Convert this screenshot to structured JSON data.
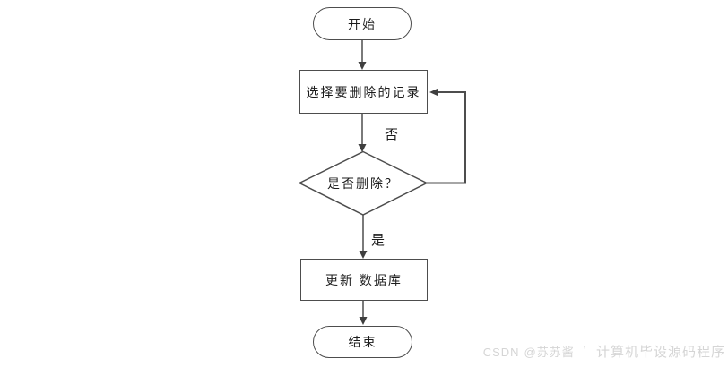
{
  "flowchart": {
    "title": "delete-record-flowchart",
    "nodes": [
      {
        "id": "start",
        "type": "terminator",
        "label": "开始"
      },
      {
        "id": "select-record",
        "type": "process",
        "label": "选择要删除的记录"
      },
      {
        "id": "confirm-delete",
        "type": "decision",
        "label": "是否删除？"
      },
      {
        "id": "update-database",
        "type": "process",
        "label": "更新 数据库"
      },
      {
        "id": "end",
        "type": "terminator",
        "label": "结束"
      }
    ],
    "edge_labels": {
      "no": "否",
      "yes": "是"
    },
    "colors": {
      "line": "#4d4d4d",
      "arrowhead": "#3f3f3f",
      "node_fill": "#ffffff",
      "text": "#1c1c1c"
    }
  },
  "watermark": {
    "brand": "CSDN",
    "user": "@苏苏酱",
    "separator": "’",
    "suffix": "计算机毕设源码程序",
    "color": "#d5d5d5"
  }
}
